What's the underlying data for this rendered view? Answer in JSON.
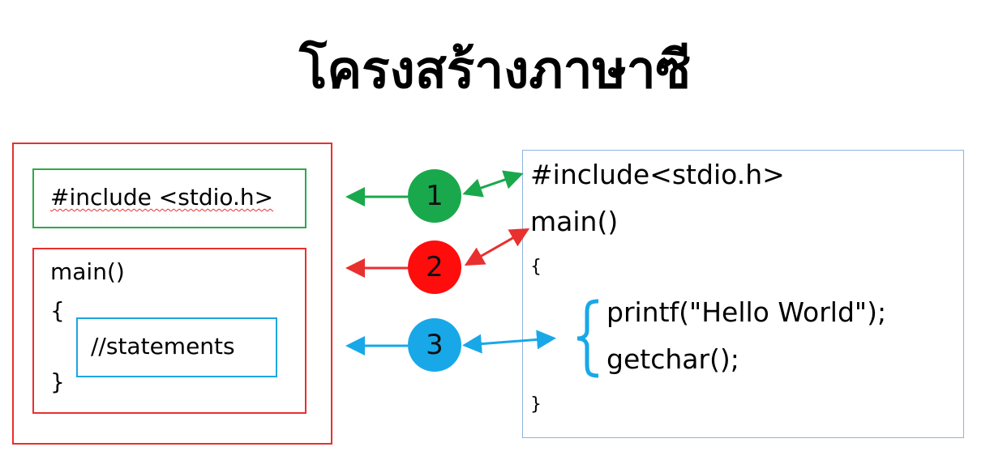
{
  "title": "โครงสร้างภาษาซี",
  "left_panel": {
    "include_line": "#include <stdio.h>",
    "main_line": "main()",
    "open_brace": "{",
    "statements_line": "//statements",
    "close_brace": "}"
  },
  "right_panel": {
    "include_line": "#include<stdio.h>",
    "main_line": "main()",
    "open_brace": "{",
    "printf_line": "printf(\"Hello World\");",
    "getchar_line": "getchar();",
    "close_brace": "}"
  },
  "markers": [
    {
      "label": "1",
      "color": "#1aa84c"
    },
    {
      "label": "2",
      "color": "#ff0d0d"
    },
    {
      "label": "3",
      "color": "#18a8e8"
    }
  ],
  "colors": {
    "green": "#2ea84a",
    "red": "#e8302e",
    "blue": "#1ca6e0",
    "code_border": "#8fb4dc"
  }
}
